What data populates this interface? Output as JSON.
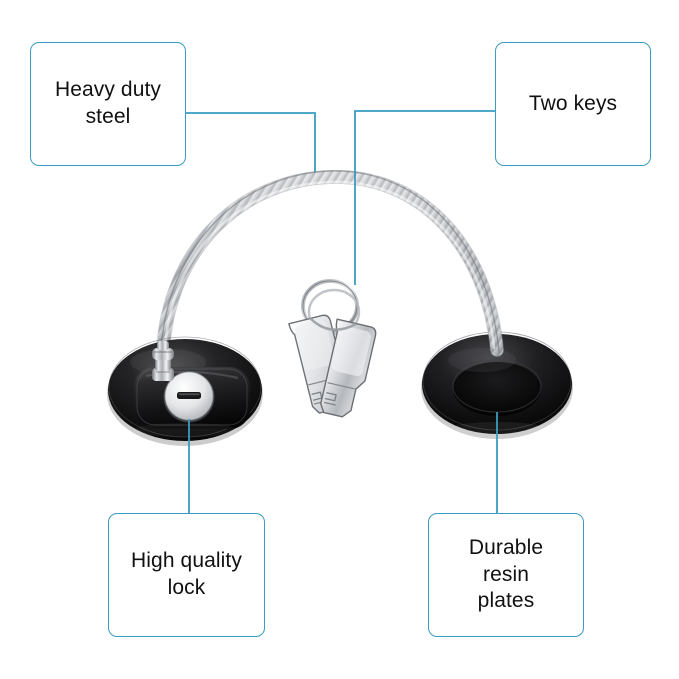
{
  "diagram": {
    "type": "product-annotation-infographic",
    "subject": "refrigerator cable lock with keys",
    "background_color": "#ffffff",
    "accent_color": "#3a9cc2"
  },
  "callouts": [
    {
      "id": "heavy-duty-steel",
      "label": "Heavy duty steel",
      "line1": "Heavy duty",
      "line2": "steel",
      "position": "top-left",
      "points_to": "steel-cable"
    },
    {
      "id": "two-keys",
      "label": "Two keys",
      "line1": "Two keys",
      "line2": "",
      "position": "top-right",
      "points_to": "key-pair"
    },
    {
      "id": "high-quality-lock",
      "label": "High quality lock",
      "line1": "High quality",
      "line2": "lock",
      "position": "bottom-left",
      "points_to": "lock-keyhole"
    },
    {
      "id": "durable-resin-plates",
      "label": "Durable resin plates",
      "line1": "Durable resin",
      "line2": "plates",
      "position": "bottom-right",
      "points_to": "resin-plate-right"
    }
  ],
  "product_parts": [
    {
      "id": "steel-cable",
      "name": "braided steel cable",
      "color": "#b9bcc0"
    },
    {
      "id": "lock-body",
      "name": "lock housing with keyhole",
      "color": "#121212"
    },
    {
      "id": "resin-plate-left",
      "name": "left resin plate",
      "color": "#101010"
    },
    {
      "id": "resin-plate-right",
      "name": "right resin plate",
      "color": "#101010"
    },
    {
      "id": "key-pair",
      "name": "two keys on split ring",
      "color": "#c8ccd0"
    }
  ]
}
